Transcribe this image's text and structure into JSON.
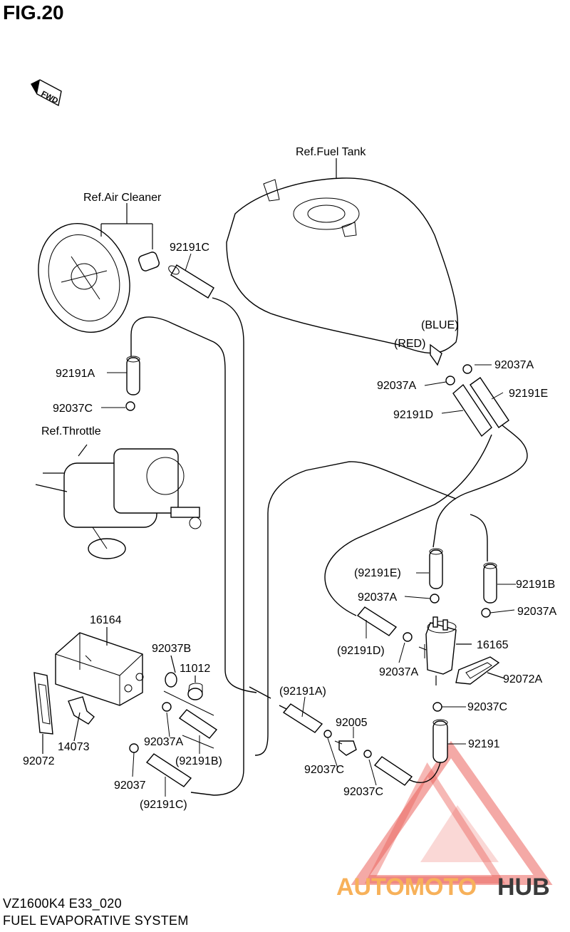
{
  "figure": {
    "title": "FIG.20",
    "model_code": "VZ1600K4 E33_020",
    "caption": "FUEL EVAPORATIVE SYSTEM"
  },
  "direction_marker": "FWD",
  "references": {
    "air_cleaner": "Ref.Air Cleaner",
    "fuel_tank": "Ref.Fuel Tank",
    "throttle": "Ref.Throttle"
  },
  "hose_colors": {
    "blue": "(BLUE)",
    "red": "(RED)"
  },
  "part_numbers": {
    "p92191C_top": "92191C",
    "p92191A": "92191A",
    "p92037C_left": "92037C",
    "p92037A_r1": "92037A",
    "p92037A_r2": "92037A",
    "p92191E": "92191E",
    "p92191D": "92191D",
    "p92191E_paren": "(92191E)",
    "p92191B": "92191B",
    "p92037A_mid": "92037A",
    "p92037A_right": "92037A",
    "p92191D_paren": "(92191D)",
    "p16165": "16165",
    "p92037A_low": "92037A",
    "p92072A": "92072A",
    "p92037C_right": "92037C",
    "p92191": "92191",
    "p16164": "16164",
    "p92037B": "92037B",
    "p11012": "11012",
    "p92072": "92072",
    "p14073": "14073",
    "p92037A_can": "92037A",
    "p92191B_paren": "(92191B)",
    "p92037": "92037",
    "p92191C_paren": "(92191C)",
    "p92191A_paren": "(92191A)",
    "p92005": "92005",
    "p92037C_a": "92037C",
    "p92037C_b": "92037C"
  },
  "watermark": {
    "text_a": "AUTOMOTO",
    "text_b": "HUB",
    "color_a": "#f7b15a",
    "color_b": "#3a3a3a",
    "logo_color": "#e8473f"
  }
}
